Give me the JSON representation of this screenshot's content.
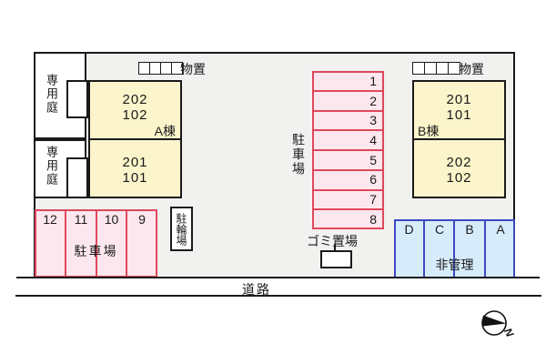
{
  "title": "apartment-site-plan",
  "colors": {
    "outline": "#1a1a1a",
    "site_fill": "#f1f1f0",
    "building_fill": "#fcf5cb",
    "parking_fill": "#fde7ee",
    "parking_border": "#e0485c",
    "unmanaged_fill": "#d7ecfb",
    "unmanaged_border": "#3c49c2"
  },
  "private_gardens": [
    {
      "label": "専用庭"
    },
    {
      "label": "専用庭"
    }
  ],
  "sheds": [
    {
      "label": "物置",
      "cells": 4
    },
    {
      "label": "物置",
      "cells": 4
    }
  ],
  "building_a": {
    "name": "A棟",
    "upper_units": [
      "202",
      "102"
    ],
    "lower_units": [
      "201",
      "101"
    ]
  },
  "building_b": {
    "name": "B棟",
    "upper_units": [
      "201",
      "101"
    ],
    "lower_units": [
      "202",
      "102"
    ]
  },
  "middle_parking": {
    "label": "駐車場",
    "spaces": [
      "1",
      "2",
      "3",
      "4",
      "5",
      "6",
      "7",
      "8"
    ]
  },
  "left_parking": {
    "label": "駐車場",
    "spaces": [
      "12",
      "11",
      "10",
      "9"
    ]
  },
  "bicycle_parking": {
    "label": "駐輪場"
  },
  "garbage_area": {
    "label": "ゴミ置場"
  },
  "unmanaged_section": {
    "label": "非管理",
    "spaces": [
      "D",
      "C",
      "B",
      "A"
    ]
  },
  "road": {
    "label": "道路"
  },
  "compass": {
    "label": "N"
  }
}
